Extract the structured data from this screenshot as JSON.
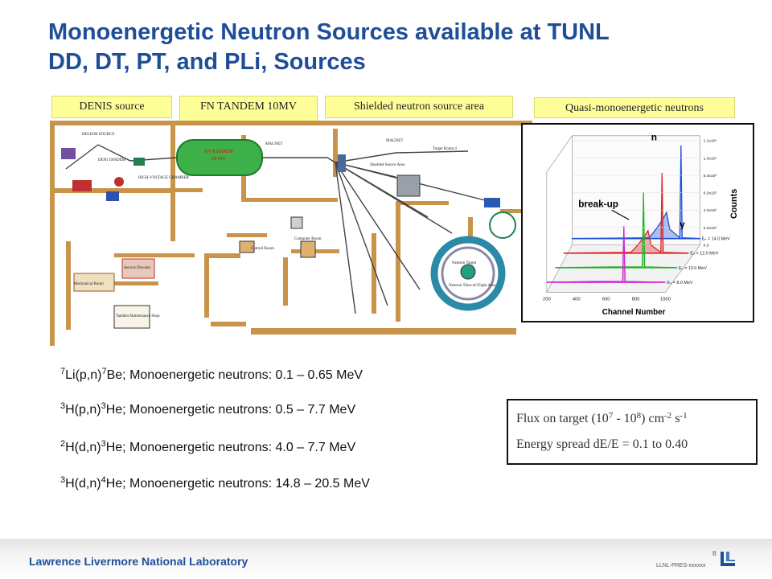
{
  "slide": {
    "title_line1": "Monoenergetic Neutron Sources available at TUNL",
    "title_line2": "DD, DT, PT, and PLi,  Sources"
  },
  "labels": {
    "denis": "DENIS source",
    "tandem": "FN TANDEM 10MV",
    "shielded": "Shielded neutron source area",
    "quasi": "Quasi-monoenergetic neutrons"
  },
  "floorplan": {
    "rooms": {
      "fn_tandem": "FN TANDEM",
      "fn_tandem_mv": "10 MV",
      "target_room": "Target Room 4",
      "control_room": "Control Room",
      "computer_room": "Computer Room",
      "mechanical_room": "Mechanical Room",
      "tandem_shop": "Tandem Maintenance Shop",
      "neutron_target": "Neutron Target",
      "tof_area": "Neutron Time-of-Flight Area",
      "service": "Service Elevator",
      "hv_chamber": "HIGH-VOLTAGE CHAMBER",
      "helium_source": "HELIUM SOURCE",
      "denis_tandem": "DENI TANDEM",
      "magnet": "MAGNET",
      "shielded_area": "Shielded Source Area",
      "magnet_b": "MAGNET"
    }
  },
  "chart_data": {
    "type": "line",
    "xlabel": "Channel Number",
    "ylabel": "Counts",
    "x_ticks": [
      "200",
      "400",
      "600",
      "800",
      "1000"
    ],
    "y_ticks": [
      "0.0",
      "2.0x10³",
      "4.0x10³",
      "6.0x10³",
      "8.0x10³",
      "1.0x10⁴",
      "1.2x10⁴"
    ],
    "annotations": [
      "n",
      "break-up",
      "γ"
    ],
    "series": [
      {
        "name": "Eₙ = 14.0 MeV",
        "color": "#1f4fd8",
        "peak_channel": 880,
        "peak_counts": 12000,
        "breakup": true
      },
      {
        "name": "Eₙ = 12.0 MeV",
        "color": "#e02020",
        "peak_channel": 830,
        "peak_counts": 9000,
        "breakup": true
      },
      {
        "name": "Eₙ = 10.0 MeV",
        "color": "#22b022",
        "peak_channel": 780,
        "peak_counts": 7500,
        "breakup": false
      },
      {
        "name": "Eₙ = 8.0 MeV",
        "color": "#d020d0",
        "peak_channel": 720,
        "peak_counts": 5000,
        "breakup": false
      }
    ]
  },
  "reactions": [
    {
      "t1": "7",
      "t2": "Li(p,n)",
      "t3": "7",
      "t4": "Be; Monoenergetic neutrons: 0.1 – 0.65 MeV"
    },
    {
      "t1": "3",
      "t2": "H(p,n)",
      "t3": "3",
      "t4": "He; Monoenergetic neutrons: 0.5 – 7.7 MeV"
    },
    {
      "t1": "2",
      "t2": "H(d,n)",
      "t3": "3",
      "t4": "He; Monoenergetic neutrons: 4.0 – 7.7 MeV"
    },
    {
      "t1": "3",
      "t2": "H(d,n)",
      "t3": "4",
      "t4": "He; Monoenergetic neutrons: 14.8 – 20.5 MeV"
    }
  ],
  "flux_box": {
    "line1_a": "Flux on target (10",
    "line1_b": "7",
    "line1_c": " - 10",
    "line1_d": "8",
    "line1_e": ") cm",
    "line1_f": "-2",
    "line1_g": " s",
    "line1_h": "-1",
    "line2": "Energy spread dE/E = 0.1 to 0.40"
  },
  "footer": {
    "lab": "Lawrence Livermore National Laboratory",
    "code": "LLNL-PRES-xxxxxx",
    "page": "8"
  },
  "colors": {
    "title": "#1f4e99",
    "label_bg": "#ffff99",
    "beamline": "#c8944a",
    "tandem": "#3db04a"
  }
}
